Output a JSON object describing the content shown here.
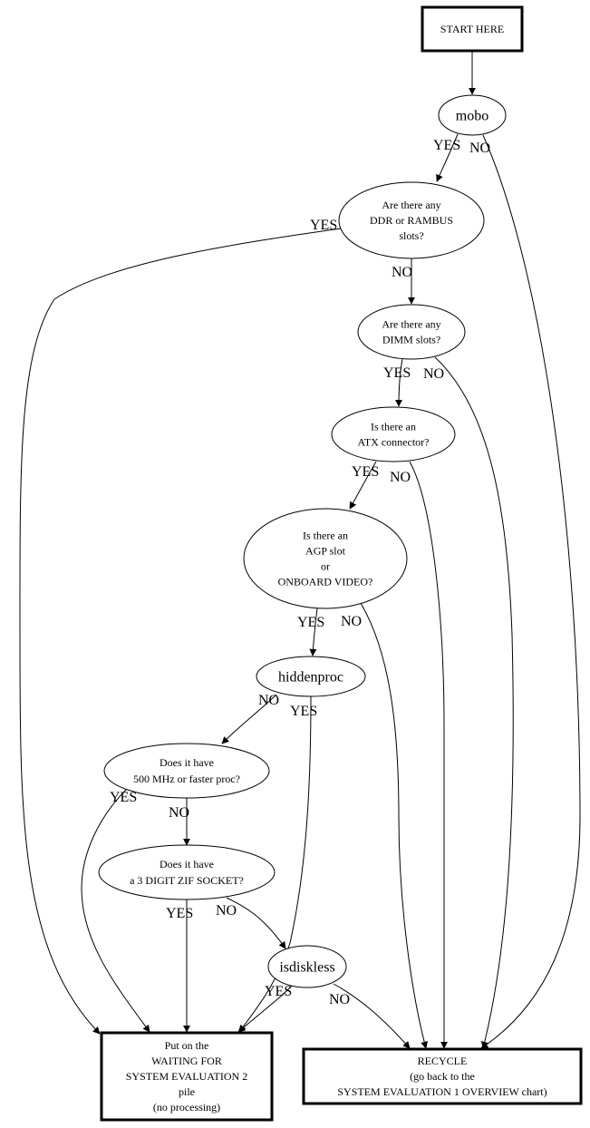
{
  "title": "System Evaluation Flowchart",
  "nodes": {
    "start": {
      "lines": [
        "START HERE"
      ],
      "shape": "box"
    },
    "mobo": {
      "lines": [
        "mobo"
      ],
      "shape": "ellipse"
    },
    "ddr": {
      "lines": [
        "Are there any",
        "DDR or RAMBUS",
        "slots?"
      ],
      "shape": "ellipse"
    },
    "dimm": {
      "lines": [
        "Are there any",
        "DIMM slots?"
      ],
      "shape": "ellipse"
    },
    "atx": {
      "lines": [
        "Is there an",
        "ATX connector?"
      ],
      "shape": "ellipse"
    },
    "agp": {
      "lines": [
        "Is there an",
        "AGP slot",
        "or",
        "ONBOARD VIDEO?"
      ],
      "shape": "ellipse"
    },
    "hiddenproc": {
      "lines": [
        "hiddenproc"
      ],
      "shape": "ellipse"
    },
    "mhz": {
      "lines": [
        "Does it have",
        "500 MHz or faster proc?"
      ],
      "shape": "ellipse"
    },
    "zif": {
      "lines": [
        "Does it have",
        "a 3 DIGIT ZIF SOCKET?"
      ],
      "shape": "ellipse"
    },
    "isdiskless": {
      "lines": [
        "isdiskless"
      ],
      "shape": "ellipse"
    },
    "waiting": {
      "lines": [
        "Put on the",
        "WAITING FOR",
        "SYSTEM EVALUATION 2",
        "pile",
        "(no processing)"
      ],
      "shape": "box"
    },
    "recycle": {
      "lines": [
        "RECYCLE",
        "(go back to the",
        "SYSTEM EVALUATION 1 OVERVIEW chart)"
      ],
      "shape": "box"
    }
  },
  "edges": [
    {
      "id": "start-mobo",
      "from": "start",
      "to": "mobo",
      "label": ""
    },
    {
      "id": "mobo-ddr",
      "from": "mobo",
      "to": "ddr",
      "label": "YES"
    },
    {
      "id": "mobo-recycle",
      "from": "mobo",
      "to": "recycle",
      "label": "NO"
    },
    {
      "id": "ddr-waiting",
      "from": "ddr",
      "to": "waiting",
      "label": "YES"
    },
    {
      "id": "ddr-dimm",
      "from": "ddr",
      "to": "dimm",
      "label": "NO"
    },
    {
      "id": "dimm-atx",
      "from": "dimm",
      "to": "atx",
      "label": "YES"
    },
    {
      "id": "dimm-recycle",
      "from": "dimm",
      "to": "recycle",
      "label": "NO"
    },
    {
      "id": "atx-agp",
      "from": "atx",
      "to": "agp",
      "label": "YES"
    },
    {
      "id": "atx-recycle",
      "from": "atx",
      "to": "recycle",
      "label": "NO"
    },
    {
      "id": "agp-hiddenproc",
      "from": "agp",
      "to": "hiddenproc",
      "label": "YES"
    },
    {
      "id": "agp-recycle",
      "from": "agp",
      "to": "recycle",
      "label": "NO"
    },
    {
      "id": "hiddenproc-mhz",
      "from": "hiddenproc",
      "to": "mhz",
      "label": "NO"
    },
    {
      "id": "hiddenproc-waiting",
      "from": "hiddenproc",
      "to": "waiting",
      "label": "YES"
    },
    {
      "id": "mhz-waiting",
      "from": "mhz",
      "to": "waiting",
      "label": "YES"
    },
    {
      "id": "mhz-zif",
      "from": "mhz",
      "to": "zif",
      "label": "NO"
    },
    {
      "id": "zif-waiting",
      "from": "zif",
      "to": "waiting",
      "label": "YES"
    },
    {
      "id": "zif-isdiskless",
      "from": "zif",
      "to": "isdiskless",
      "label": "NO"
    },
    {
      "id": "isdiskless-waiting",
      "from": "isdiskless",
      "to": "waiting",
      "label": "YES"
    },
    {
      "id": "isdiskless-recycle",
      "from": "isdiskless",
      "to": "recycle",
      "label": "NO"
    }
  ]
}
